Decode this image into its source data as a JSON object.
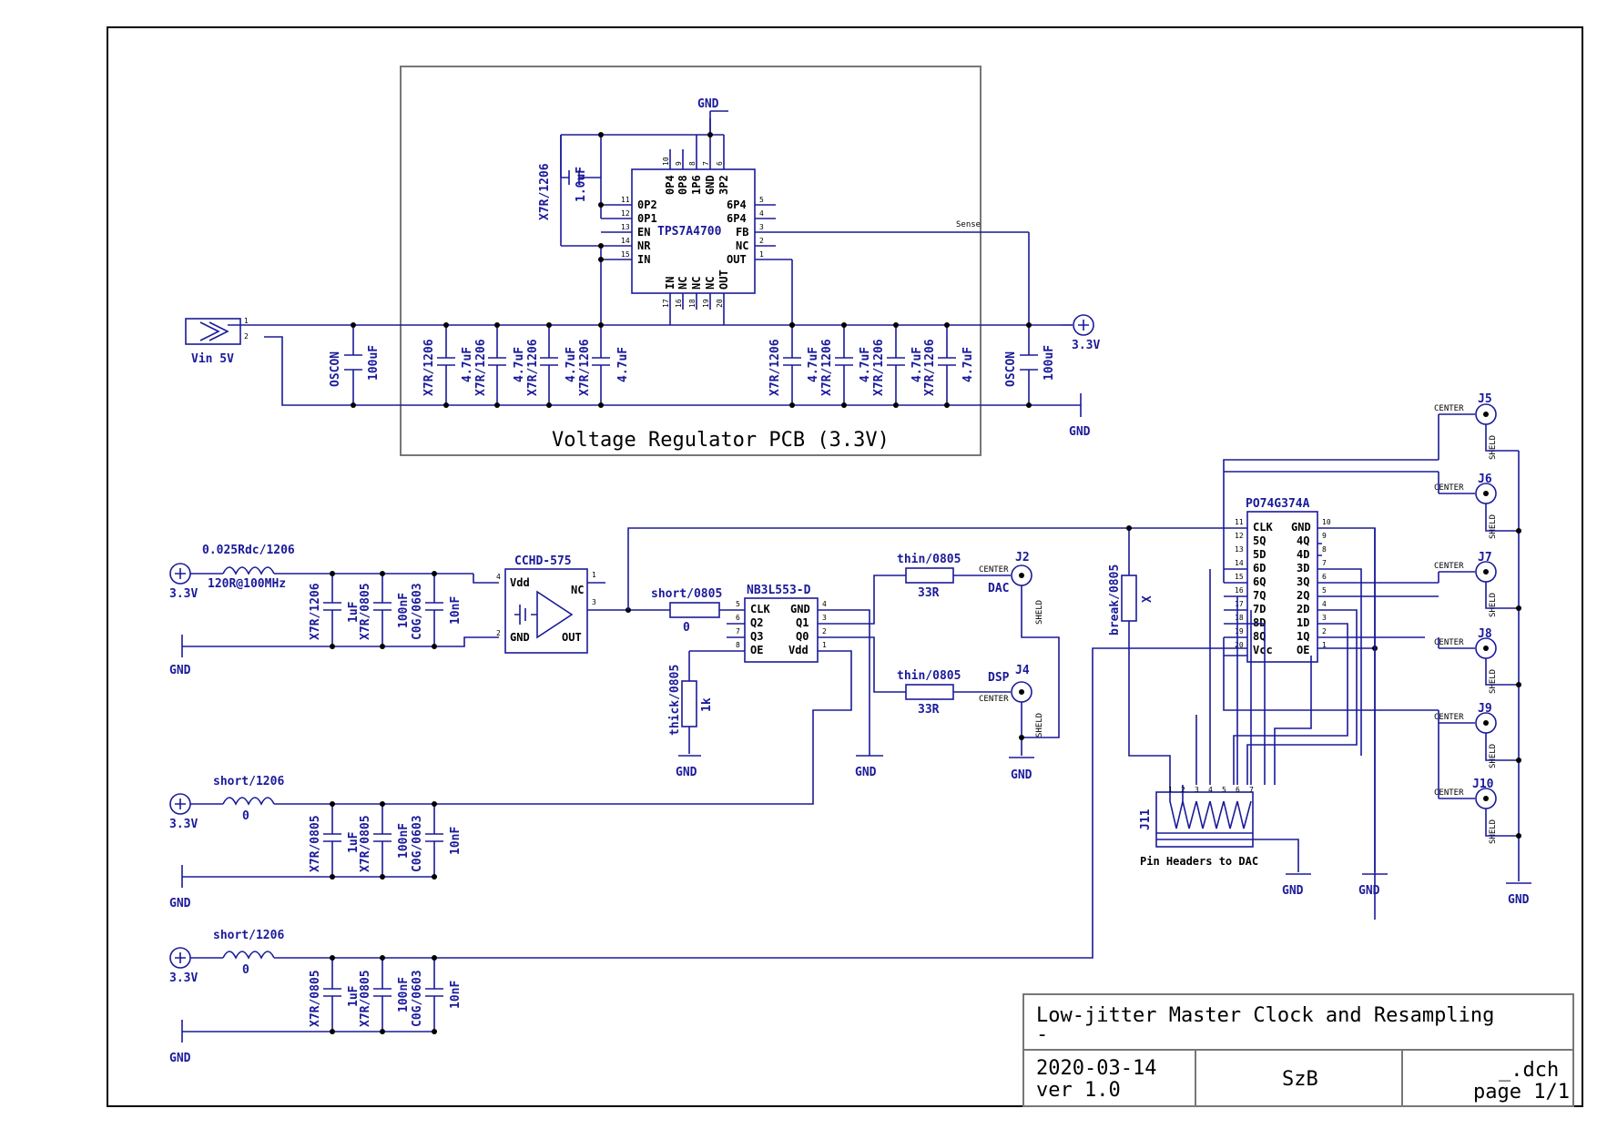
{
  "regulator": {
    "title": "Voltage Regulator PCB (3.3V)",
    "ic": "TPS7A4700",
    "ic_pins_left": [
      "0P2",
      "0P1",
      "EN",
      "NR",
      "IN"
    ],
    "ic_pins_left_num": [
      "11",
      "12",
      "13",
      "14",
      "15"
    ],
    "ic_pins_right": [
      "6P4",
      "6P4",
      "FB",
      "NC",
      "OUT"
    ],
    "ic_pins_right_num": [
      "5",
      "4",
      "3",
      "2",
      "1"
    ],
    "ic_pins_top": [
      "0P4",
      "0P8",
      "1P6",
      "GND",
      "3P2"
    ],
    "ic_pins_top_num": [
      "10",
      "9",
      "8",
      "7",
      "6"
    ],
    "ic_pins_bottom": [
      "IN",
      "NC",
      "NC",
      "NC",
      "OUT"
    ],
    "ic_pins_bottom_num": [
      "17",
      "16",
      "18",
      "19",
      "20"
    ],
    "nr_cap_pkg": "X7R/1206",
    "nr_cap_val": "1.0uF",
    "sense": "Sense",
    "gnd_top": "GND",
    "input_connector": "Vin 5V",
    "oscon": "OSCON",
    "oscon_val": "100uF",
    "cap_pkg": "X7R/1206",
    "cap_val": "4.7uF",
    "out_label": "3.3V",
    "gnd_right": "GND"
  },
  "oscillator": {
    "supply": "3.3V",
    "inductor_pkg": "0.025Rdc/1206",
    "inductor_val": "120R@100MHz",
    "caps": [
      {
        "pkg": "X7R/1206",
        "val": "1uF"
      },
      {
        "pkg": "X7R/0805",
        "val": "100nF"
      },
      {
        "pkg": "C0G/0603",
        "val": "10nF"
      }
    ],
    "gnd": "GND",
    "ic": "CCHD-575",
    "pins": [
      "Vdd",
      "GND",
      "NC",
      "OUT"
    ],
    "pin_nums": [
      "4",
      "2",
      "1",
      "3"
    ]
  },
  "buffer": {
    "series_r_pkg": "short/0805",
    "series_r_val": "0",
    "ic": "NB3L553-D",
    "left_pins": [
      "CLK",
      "Q2",
      "Q3",
      "OE"
    ],
    "left_nums": [
      "5",
      "6",
      "7",
      "8"
    ],
    "right_pins": [
      "GND",
      "Q1",
      "Q0",
      "Vdd"
    ],
    "right_nums": [
      "4",
      "3",
      "2",
      "1"
    ],
    "pulldown_pkg": "thick/0805",
    "pulldown_val": "1k",
    "gnd": "GND",
    "gnd2": "GND"
  },
  "outputs": {
    "r_pkg": "thin/0805",
    "r_val": "33R",
    "j2": "J2",
    "j2_label": "DAC",
    "j4": "J4",
    "j4_label": "DSP",
    "center": "CENTER",
    "shield": "SHELD",
    "gnd": "GND"
  },
  "supply2": {
    "supply": "3.3V",
    "inductor_pkg": "short/1206",
    "inductor_val": "0",
    "caps": [
      {
        "pkg": "X7R/0805",
        "val": "1uF"
      },
      {
        "pkg": "X7R/0805",
        "val": "100nF"
      },
      {
        "pkg": "C0G/0603",
        "val": "10nF"
      }
    ],
    "gnd": "GND"
  },
  "supply3": {
    "supply": "3.3V",
    "inductor_pkg": "short/1206",
    "inductor_val": "0",
    "caps": [
      {
        "pkg": "X7R/0805",
        "val": "1uF"
      },
      {
        "pkg": "X7R/0805",
        "val": "100nF"
      },
      {
        "pkg": "C0G/0603",
        "val": "10nF"
      }
    ],
    "gnd": "GND"
  },
  "latch": {
    "ic": "PO74G374A",
    "left_pins": [
      "CLK",
      "5Q",
      "5D",
      "6D",
      "6Q",
      "7Q",
      "7D",
      "8D",
      "8Q",
      "Vcc"
    ],
    "left_nums": [
      "11",
      "12",
      "13",
      "14",
      "15",
      "16",
      "17",
      "18",
      "19",
      "20"
    ],
    "right_pins": [
      "GND",
      "4Q",
      "4D",
      "3D",
      "3Q",
      "2Q",
      "2D",
      "1D",
      "1Q",
      "OE"
    ],
    "right_nums": [
      "10",
      "9",
      "8",
      "7",
      "6",
      "5",
      "4",
      "3",
      "2",
      "1"
    ],
    "break_pkg": "break/0805",
    "break_val": "X",
    "header": "J11",
    "header_label": "Pin Headers to DAC",
    "header_pins": [
      "1",
      "2",
      "3",
      "4",
      "5",
      "6",
      "7"
    ],
    "gnd1": "GND",
    "gnd2": "GND",
    "gnd3": "GND",
    "connectors": [
      "J5",
      "J6",
      "J7",
      "J8",
      "J9",
      "J10"
    ],
    "center": "CENTER",
    "shield": "SHELD"
  },
  "title_block": {
    "title": "Low-jitter Master Clock and Resampling",
    "subtitle": "-",
    "date": "2020-03-14",
    "version": "ver 1.0",
    "author": "SzB",
    "file": "_.dch",
    "page": "page 1/1"
  }
}
